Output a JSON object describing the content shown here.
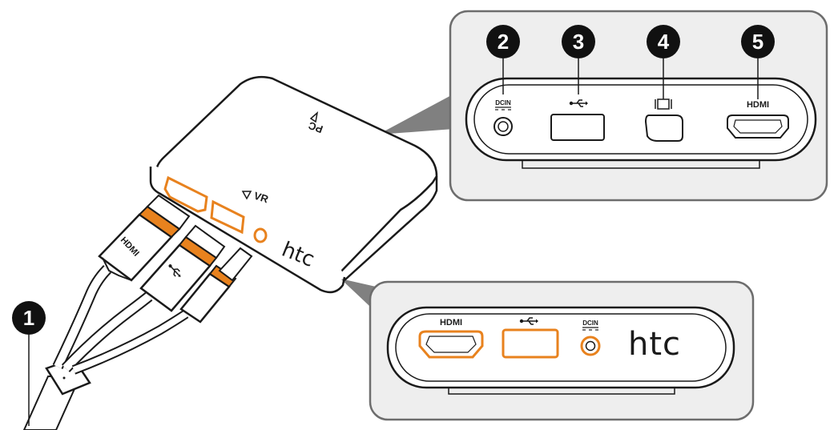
{
  "callouts": [
    "1",
    "2",
    "3",
    "4",
    "5"
  ],
  "box_pc_side": {
    "dc_in_label": "DCIN",
    "usb_icon": "usb-icon",
    "displayport_icon": "displayport-icon",
    "hdmi_label": "HDMI"
  },
  "box_vr_side": {
    "hdmi_label": "HDMI",
    "usb_icon": "usb-icon",
    "dc_in_label": "DCIN",
    "brand": "htc"
  },
  "device": {
    "pc_label": "PC",
    "vr_label": "VR",
    "brand": "htc",
    "cable_hdmi_label": "HDMI"
  },
  "colors": {
    "outline": "#1a1a1a",
    "panel_fill": "#eeeeee",
    "panel_border": "#6d6d6d",
    "callout_line": "#808080",
    "accent_orange": "#e8821e",
    "badge": "#111111"
  }
}
